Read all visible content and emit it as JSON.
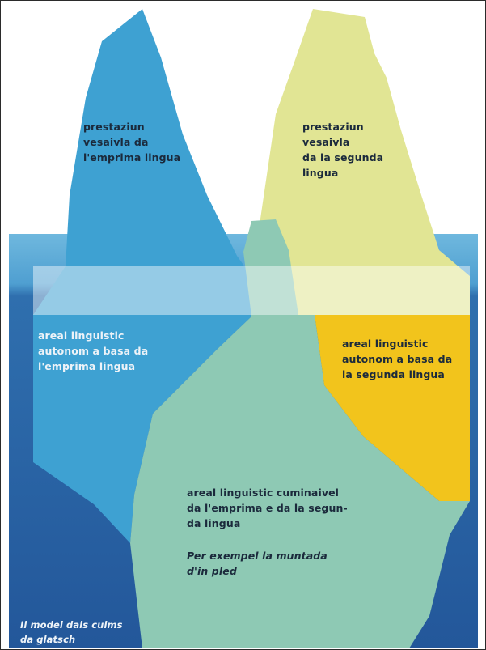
{
  "colors": {
    "sky": "#ffffff",
    "sea_upper": "#5aa9d6",
    "sea_lower": "#2a63a0",
    "iceberg_first_language": "#3ea1d2",
    "iceberg_second_language": "#e1e594",
    "iceberg_second_autonomous": "#f2c41c",
    "common_area": "#8ec9b4",
    "text_dark": "#1b2a3c",
    "text_light": "#eef3f8"
  },
  "labels": {
    "first_visible": "prestaziun\nvesaivla da\nl'emprima lingua",
    "second_visible": "prestaziun\nvesaivla\nda la segunda\nlingua",
    "first_autonomous": "areal linguistic\nautonom a basa da\nl'emprima lingua",
    "second_autonomous": "areal linguistic\nautonom a basa da\nla segunda lingua",
    "common": "areal linguistic cuminaivel\nda l'emprima e da la segun-\nda lingua",
    "example": "Per exempel la muntada\nd'in pled",
    "caption": "Il model dals culms\nda glatsch"
  }
}
